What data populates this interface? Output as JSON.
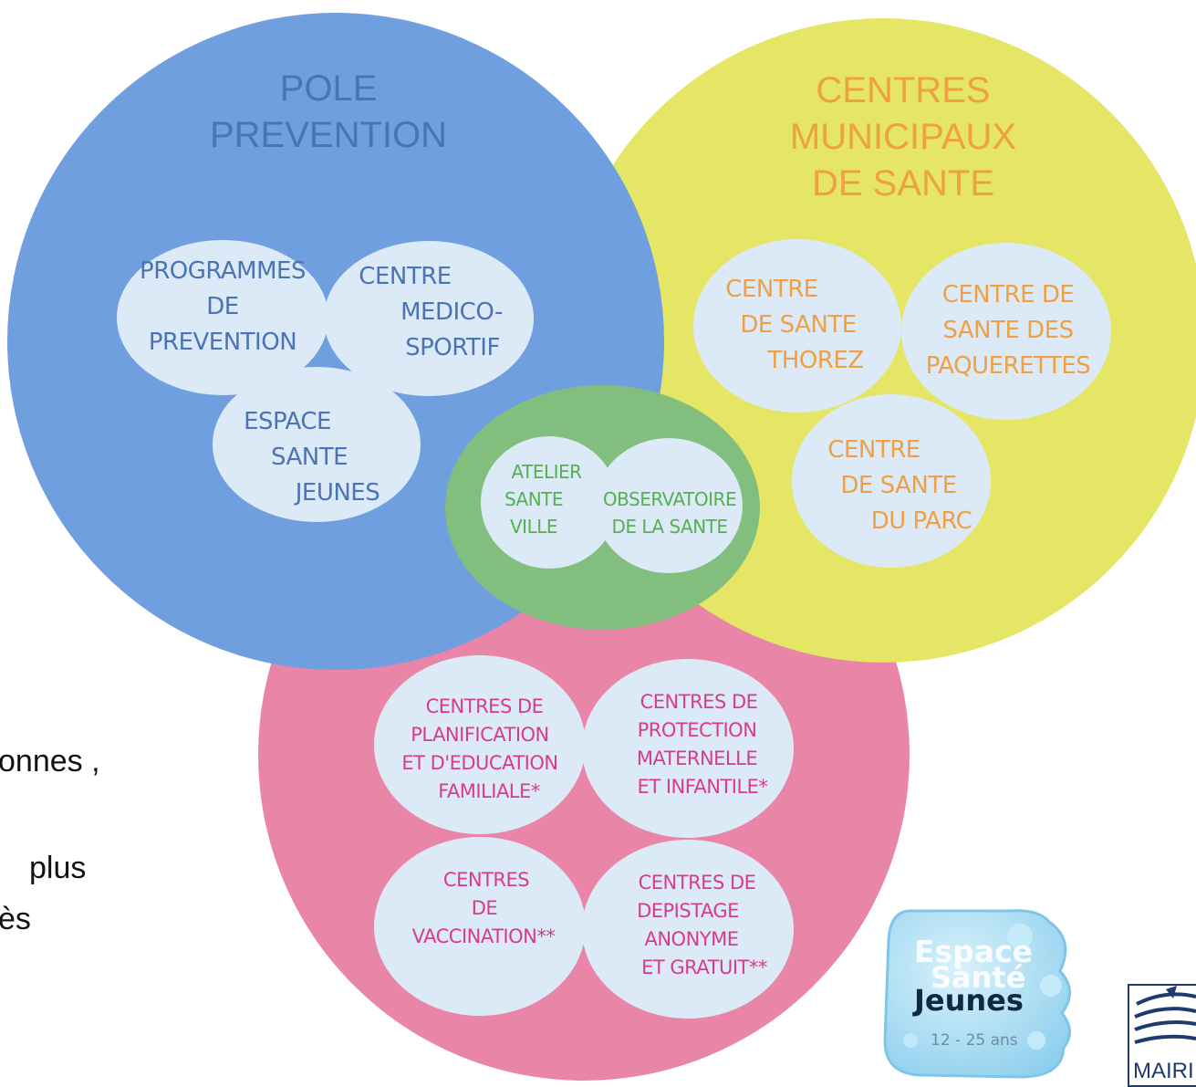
{
  "background_text": {
    "line1": "onnes ,",
    "line2": "plus",
    "line3": "ès"
  },
  "pole_prevention": {
    "title": [
      "POLE",
      "PREVENTION"
    ],
    "color": "#6f9fdf",
    "text_color": "#4a74b6",
    "items": {
      "programmes": [
        "PROGRAMMES",
        "DE",
        "PREVENTION"
      ],
      "medico": [
        "CENTRE",
        "MEDICO-",
        "SPORTIF"
      ],
      "espace": [
        "ESPACE",
        "SANTE",
        "JEUNES"
      ]
    }
  },
  "centres_municipaux": {
    "title": [
      "CENTRES",
      "MUNICIPAUX",
      "DE SANTE"
    ],
    "color": "#e5e566",
    "text_color": "#f0a044",
    "items": {
      "thorez": [
        "CENTRE",
        "DE SANTE",
        "THOREZ"
      ],
      "paquerettes": [
        "CENTRE DE",
        "SANTE DES",
        "PAQUERETTES"
      ],
      "parc": [
        "CENTRE",
        "DE SANTE",
        "DU PARC"
      ]
    }
  },
  "center_group": {
    "color": "#82bf7e",
    "text_color": "#56b04f",
    "items": {
      "atelier": [
        "ATELIER",
        "SANTE",
        "VILLE"
      ],
      "observatoire": [
        "OBSERVATOIRE",
        "DE LA SANTE"
      ]
    }
  },
  "pink_group": {
    "color": "#e985a6",
    "text_color": "#d63d86",
    "items": {
      "planification": [
        "CENTRES DE",
        "PLANIFICATION",
        "ET D'EDUCATION",
        "FAMILIALE*"
      ],
      "protection": [
        "CENTRES DE",
        "PROTECTION",
        "MATERNELLE",
        "ET INFANTILE*"
      ],
      "vaccination": [
        "CENTRES",
        "DE",
        "VACCINATION**"
      ],
      "depistage": [
        "CENTRES DE",
        "DEPISTAGE",
        "ANONYME",
        "ET GRATUIT**"
      ]
    }
  },
  "logo": {
    "line1": "Espace",
    "line2": "Santé",
    "line3": "Jeunes",
    "age": "12 - 25 ans"
  },
  "mairie": {
    "text": "MAIRI"
  }
}
